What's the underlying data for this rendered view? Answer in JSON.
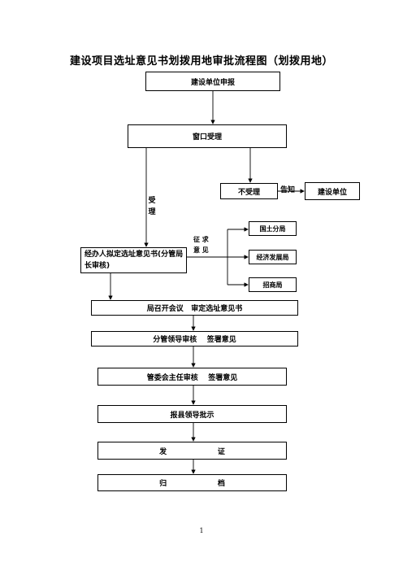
{
  "title": "建设项目选址意见书划拨用地审批流程图（划拨用地）",
  "nodes": {
    "apply": "建设单位申报",
    "window": "窗口受理",
    "reject": "不受理",
    "unit": "建设单位",
    "handler": "经办人拟定选址意见书(分管局长审核)",
    "land": "国土分局",
    "econ": "经济发展局",
    "invest": "招商局",
    "meeting": "局召开会议   审定选址意见书",
    "leader": "分管领导审核    签署意见",
    "director": "管委会主任审核    签署意见",
    "county": "报县领导批示",
    "issue": "发                    证",
    "archive": "归                    档"
  },
  "edge_labels": {
    "notify": "告知",
    "accept": "受理",
    "solicit_1": "征    求",
    "solicit_2": "意    见"
  },
  "page_number": "1"
}
